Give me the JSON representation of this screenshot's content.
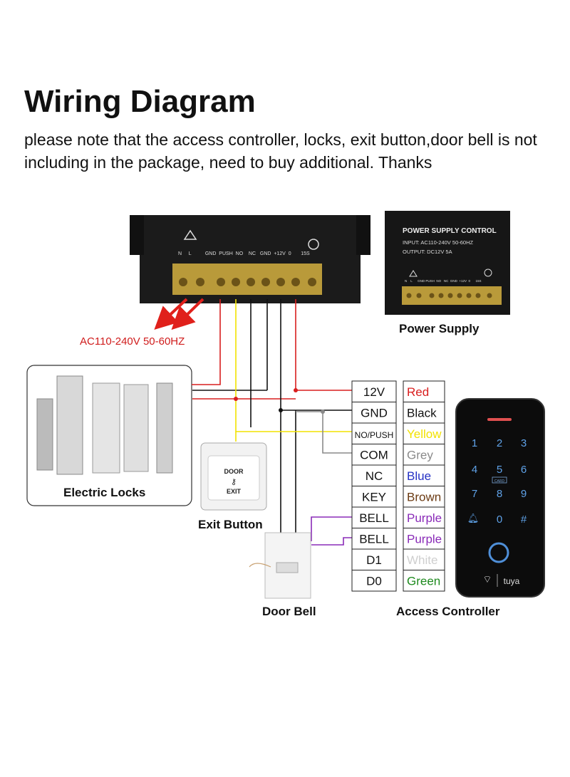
{
  "title": "Wiring Diagram",
  "note": "please note that the access controller, locks, exit button,door bell  is not including in the package, need to buy additional. Thanks",
  "main_psu": {
    "terminals": "N     L          GND  PUSH  NO    NC   GND  +12V  0       15S"
  },
  "small_psu": {
    "line1": "POWER SUPPLY CONTROL",
    "line2": "INPUT: AC110-240V  50-60HZ",
    "line3": "OUTPUT: DC12V 5A",
    "terminals": "N    L      GND PUSH  NO   NC  GND  +12V  0      15S",
    "caption": "Power Supply"
  },
  "ac_label": "AC110-240V 50-60HZ",
  "locks_caption": "Electric Locks",
  "exit_button": {
    "line1": "DOOR",
    "line2": "EXIT",
    "caption": "Exit Button"
  },
  "door_bell_caption": "Door Bell",
  "access_controller_caption": "Access Controller",
  "wire_table": {
    "rows": [
      {
        "terminal": "12V",
        "color": "Red",
        "hex": "#d91e1e"
      },
      {
        "terminal": "GND",
        "color": "Black",
        "hex": "#111111"
      },
      {
        "terminal": "NO/PUSH",
        "color": "Yellow",
        "hex": "#f2e200"
      },
      {
        "terminal": "COM",
        "color": "Grey",
        "hex": "#8a8a8a"
      },
      {
        "terminal": "NC",
        "color": "Blue",
        "hex": "#2430c4"
      },
      {
        "terminal": "KEY",
        "color": "Brown",
        "hex": "#6b3a12"
      },
      {
        "terminal": "BELL",
        "color": "Purple",
        "hex": "#8a2bb8"
      },
      {
        "terminal": "BELL",
        "color": "Purple",
        "hex": "#8a2bb8"
      },
      {
        "terminal": "D1",
        "color": "White",
        "hex": "#cfcfcf"
      },
      {
        "terminal": "D0",
        "color": "Green",
        "hex": "#1e8a1e"
      }
    ]
  },
  "keypad": {
    "keys": [
      "1",
      "2",
      "3",
      "4",
      "5",
      "6",
      "7",
      "8",
      "9",
      "",
      "0",
      "#"
    ],
    "card_label": "CARD",
    "brand": "tuya"
  },
  "colors": {
    "wire_red": "#d91e1e",
    "wire_yellow": "#f2e200",
    "wire_grey": "#8a8a8a",
    "wire_purple": "#8a2bb8",
    "arrow_red": "#e0201b"
  }
}
